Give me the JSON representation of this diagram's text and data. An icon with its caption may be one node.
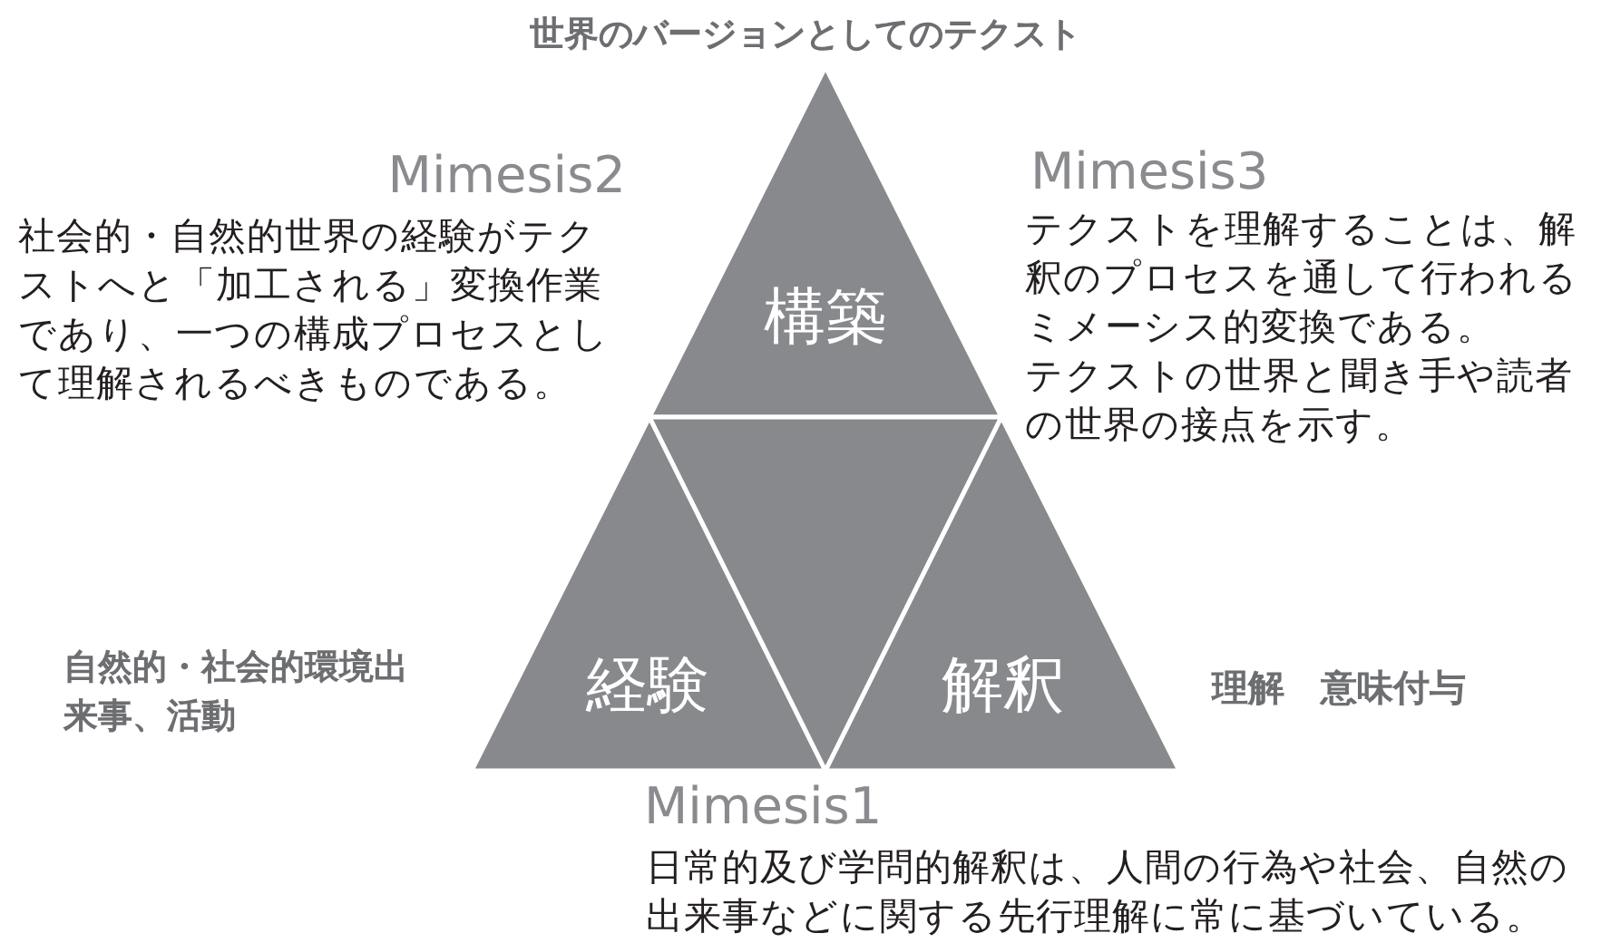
{
  "diagram": {
    "title": "世界のバージョンとしてのテクスト",
    "nodes": [
      {
        "text": [
          "構築"
        ]
      },
      {
        "text": [
          "経験"
        ]
      },
      {
        "text": [],
        "shape": "triangle"
      },
      {
        "text": [
          "解釈"
        ]
      }
    ],
    "labels": [
      "Mimesis2",
      "社会的・自然的世界の経験がテクストへと「加工される」変換作業であり、一つの構成プロセスとして理解されるべきものである。",
      "Mimesis3",
      "テクストを理解することは、解釈のプロセスを通して行われるミメーシス的変換である。",
      "テクストの世界と聞き手や読者の世界の接点を示す。",
      "自然的・社会的環境出来事、活動",
      "理解　意味付与",
      "Mimesis1",
      "日常的及び学問的解釈は、人間の行為や社会、自然の出来事などに関する先行理解に常に基づいている。"
    ]
  }
}
